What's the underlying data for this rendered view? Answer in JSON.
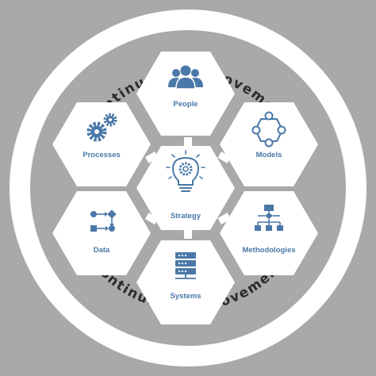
{
  "ring": {
    "top_text": "Continuous Improvement",
    "bottom_text": "Continuous Improvement"
  },
  "hexagons": {
    "people": "People",
    "processes": "Processes",
    "models": "Models",
    "strategy": "Strategy",
    "data": "Data",
    "methodologies": "Methodologies",
    "systems": "Systems"
  },
  "colors": {
    "background": "#a7a9aa",
    "ring": "#ffffff",
    "hexagon_fill": "#ffffff",
    "icon_and_label": "#4a78a8",
    "ring_text": "#2b2b2b"
  }
}
